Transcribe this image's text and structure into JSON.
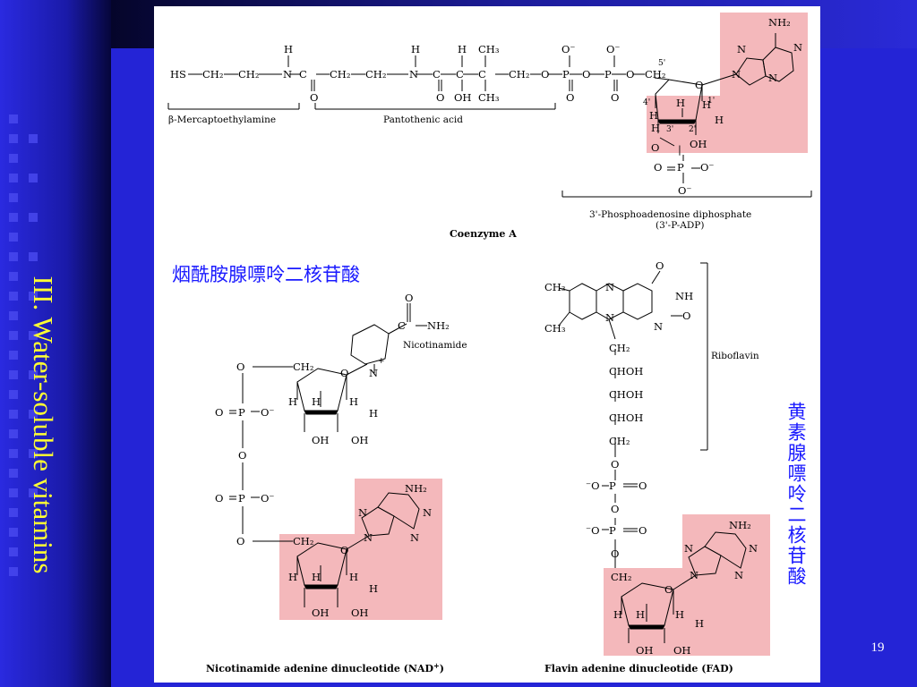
{
  "slide": {
    "title": "III. Water-soluble vitamins",
    "page_number": "19",
    "colors": {
      "background": "#2323d8",
      "title": "#ffff33",
      "chinese_labels": "#1a1aff",
      "highlight": "#f4b8bb"
    }
  },
  "coenzyme_a": {
    "title": "Coenzyme A",
    "parts": {
      "mercaptoethylamine": "β-Mercaptoethylamine",
      "pantothenic_acid": "Pantothenic acid",
      "adp_line1": "3'-Phosphoadenosine diphosphate",
      "adp_line2": "(3'-P-ADP)"
    }
  },
  "nad": {
    "chinese_name": "烟酰胺腺嘌呤二核苷酸",
    "caption": "Nicotinamide adenine dinucleotide (NAD",
    "caption_sup": "+",
    "caption_end": ")",
    "nicotinamide_label": "Nicotinamide"
  },
  "fad": {
    "chinese_name": "黄素腺嘌呤二核苷酸",
    "caption": "Flavin adenine dinucleotide (FAD)",
    "riboflavin_label": "Riboflavin"
  }
}
